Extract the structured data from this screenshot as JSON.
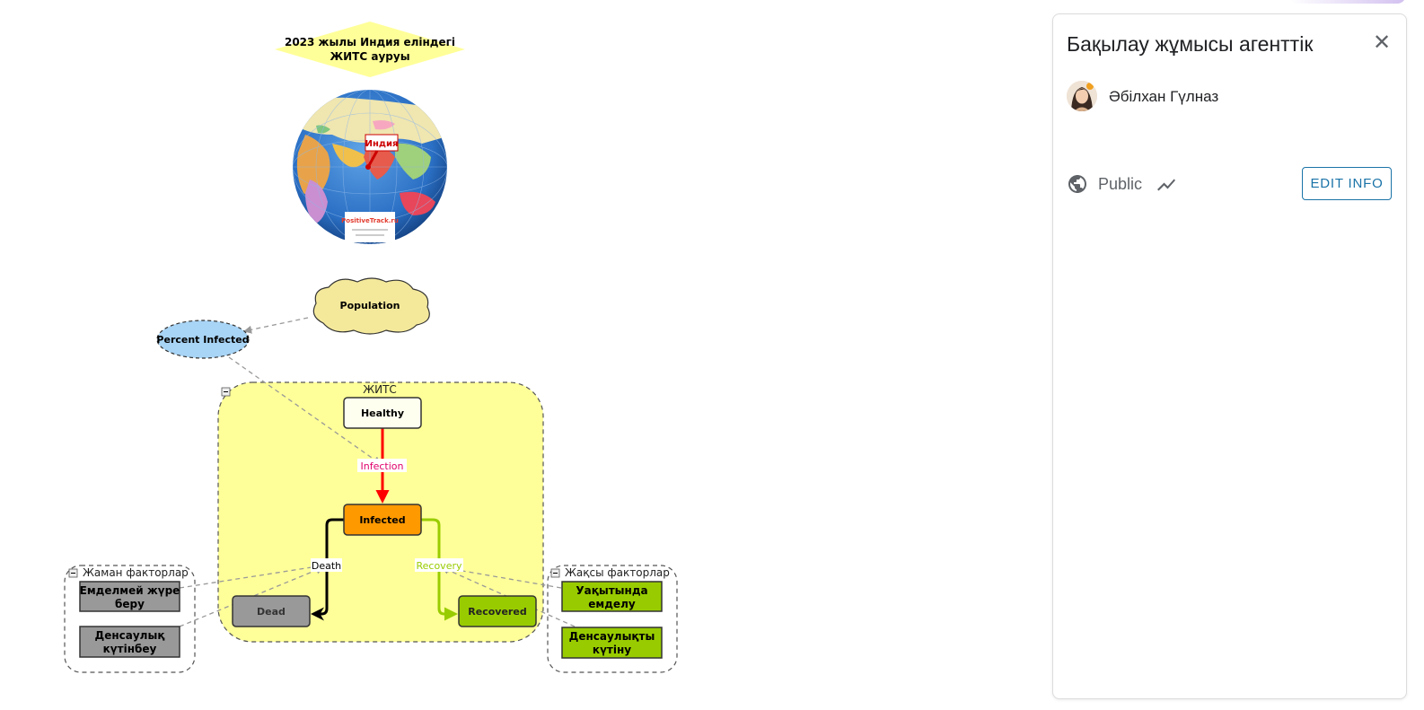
{
  "diagram": {
    "title_line1": "2023 жылы Индия еліндегі",
    "title_line2": "ЖИТС ауруы",
    "globe_label": "Индия",
    "globe_brand": "PositiveTrack.ru",
    "nodes": {
      "population": "Population",
      "percent_infected": "Percent Infected",
      "healthy": "Healthy",
      "infected": "Infected",
      "dead": "Dead",
      "recovered": "Recovered"
    },
    "flows": {
      "infection": "Infection",
      "death": "Death",
      "recovery": "Recovery"
    },
    "folders": {
      "zhits": "ЖИТС",
      "bad_factors": "Жаман факторлар",
      "good_factors": "Жақсы факторлар"
    },
    "bad_factors": [
      {
        "line1": "Емделмей жүре",
        "line2": "беру"
      },
      {
        "line1": "Денсаулық",
        "line2": "күтінбеу"
      }
    ],
    "good_factors": [
      {
        "line1": "Уақытында",
        "line2": "емделу"
      },
      {
        "line1": "Денсаулықты",
        "line2": "күтіну"
      }
    ],
    "colors": {
      "title_diamond": "#ffff99",
      "population_cloud": "#f4e99b",
      "percent_ellipse": "#a8d4f5",
      "folder_fill": "#ffff99",
      "healthy_fill": "#fffff0",
      "infected_fill": "#ff9900",
      "dead_fill": "#999999",
      "recovered_fill": "#99cc00",
      "infection_arrow": "#ff0000",
      "death_arrow": "#000000",
      "recovery_arrow": "#99cc00",
      "link_dashed": "#999999"
    }
  },
  "panel": {
    "title": "Бақылау жұмысы агенттік",
    "author": "Әбілхан Гүлназ",
    "visibility": "Public",
    "edit_button": "EDIT INFO",
    "close_icon": "close-icon",
    "globe_icon": "public-globe-icon",
    "trend_icon": "trending-icon",
    "accent_color": "#1a73a8"
  }
}
